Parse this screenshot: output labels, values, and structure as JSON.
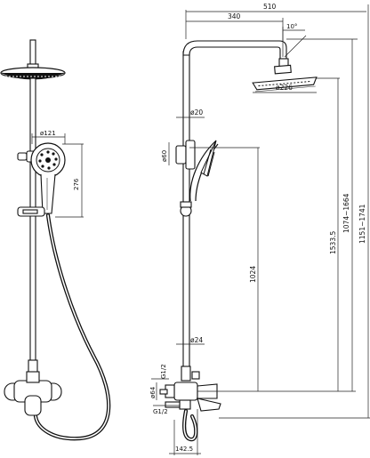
{
  "dimensions": {
    "total_width": "510",
    "arm_length": "340",
    "head_tilt": "10°",
    "head_diameter": "ø226",
    "pipe_diameter_upper": "ø20",
    "slider_diameter": "ø60",
    "pipe_diameter_lower": "ø24",
    "mixer_body_diameter": "ø64",
    "thread_top": "G1/2",
    "thread_bottom": "G1/2",
    "mixer_centers": "142.5",
    "hand_shower_diameter": "ø121",
    "hand_shower_length": "276",
    "height_lower_pipe": "1024",
    "height_head": "1533.5",
    "height_range_arm": "1074~1664",
    "height_range_total": "1151~1741"
  }
}
